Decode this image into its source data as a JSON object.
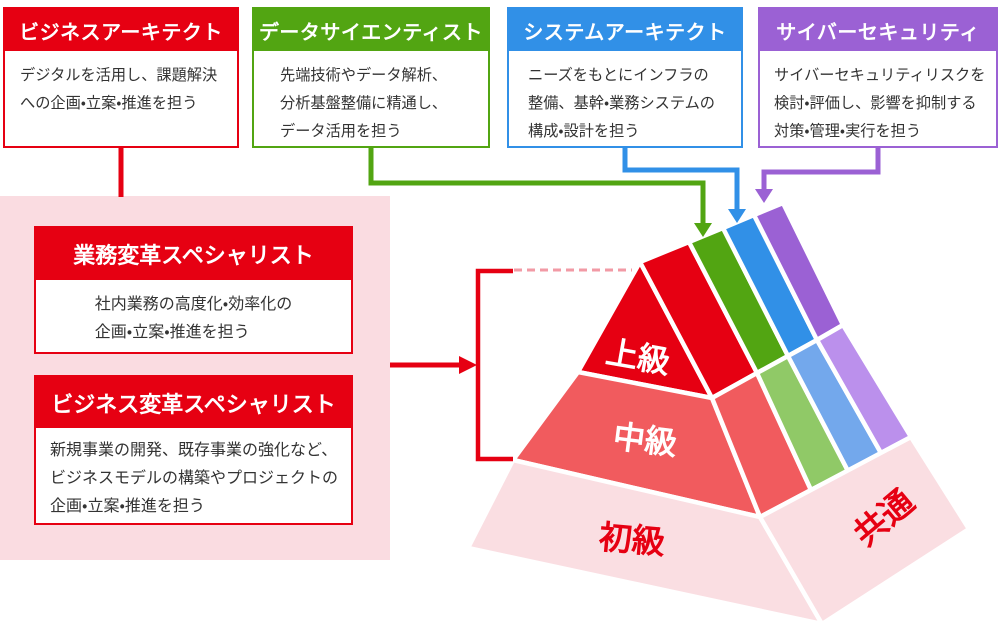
{
  "palette": {
    "red": "#e60012",
    "green": "#52a512",
    "blue": "#3190e7",
    "purple": "#9b61d4",
    "salmon": "#f15b5e",
    "light_green": "#90c967",
    "light_blue": "#73a8ec",
    "light_purple": "#bb90ec",
    "pink_face": "#fadee2",
    "panel_pink": "#fadce1",
    "dashed_pink": "#f29aa5",
    "white": "#ffffff",
    "body_text": "#333333"
  },
  "role_boxes": [
    {
      "title": "ビジネスアーキテクト",
      "lines": [
        "デジタルを活用し、課題解決",
        "への企画・立案・推進を担う"
      ]
    },
    {
      "title": "データサイエンティスト",
      "lines": [
        "先端技術やデータ解析、",
        "分析基盤整備に精通し、",
        "データ活用を担う"
      ]
    },
    {
      "title": "システムアーキテクト",
      "lines": [
        "ニーズをもとにインフラの",
        "整備、基幹・業務システムの",
        "構成・設計を担う"
      ]
    },
    {
      "title": "サイバーセキュリティ",
      "lines": [
        "サイバーセキュリティリスクを",
        "検討・評価し、影響を抑制する",
        "対策・管理・実行を担う"
      ]
    }
  ],
  "specialist_panel": {
    "boxes": [
      {
        "title": "業務変革スペシャリスト",
        "lines": [
          "社内業務の高度化・効率化の",
          "企画・立案・推進を担う"
        ]
      },
      {
        "title": "ビジネス変革スペシャリスト",
        "lines": [
          "新規事業の開発、既存事業の強化など、",
          "ビジネスモデルの構築やプロジェクトの",
          "企画・立案・推進を担う"
        ]
      }
    ]
  },
  "pyramid": {
    "levels": [
      {
        "name": "advanced",
        "label": "上級"
      },
      {
        "name": "intermediate",
        "label": "中級"
      },
      {
        "name": "beginner",
        "label": "初級"
      },
      {
        "name": "common",
        "label": "共通"
      }
    ]
  }
}
